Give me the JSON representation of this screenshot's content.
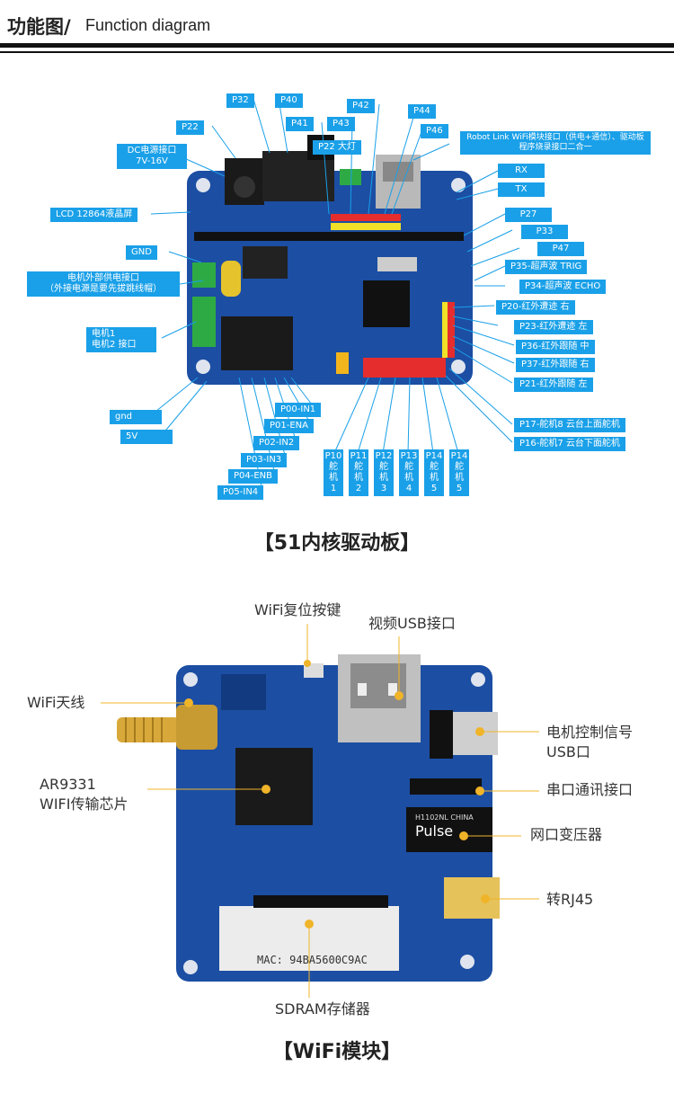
{
  "header": {
    "title_cn": "功能图/",
    "title_en": "Function diagram"
  },
  "board1": {
    "caption": "【51内核驱动板】",
    "labels": {
      "p32": "P32",
      "p40": "P40",
      "p42": "P42",
      "p44": "P44",
      "p41": "P41",
      "p43": "P43",
      "p46": "P46",
      "p22": "P22",
      "p22_light": "P22 大灯",
      "dc": "DC电源接口\n7V-16V",
      "lcd": "LCD 12864液晶屏",
      "gnd": "GND",
      "ext_power": "电机外部供电接口\n（外接电源是要先拔跳线帽）",
      "motor": "电机1\n电机2 接口",
      "gnd2": "gnd",
      "v5": "5V",
      "p00": "P00-IN1",
      "p01": "P01-ENA",
      "p02": "P02-IN2",
      "p03": "P03-IN3",
      "p04": "P04-ENB",
      "p05": "P05-IN4",
      "robot_link": "Robot Link WiFi模块接口（供电+通信）、驱动板程序烧录接口二合一",
      "rx": "RX",
      "tx": "TX",
      "p27": "P27",
      "p33": "P33",
      "p47": "P47",
      "p35": "P35-超声波 TRIG",
      "p34": "P34-超声波 ECHO",
      "p20": "P20-红外遭迹 右",
      "p23": "P23-红外遭迹 左",
      "p36": "P36-红外跟随 中",
      "p37": "P37-红外跟随 右",
      "p21": "P21-红外跟随 左",
      "p17": "P17-舵机8 云台上面舵机",
      "p16": "P16-舵机7 云台下面舵机",
      "p10": "P10\n舵\n机\n1",
      "p11": "P11\n舵\n机\n2",
      "p12": "P12\n舵\n机\n3",
      "p13": "P13\n舵\n机\n4",
      "p14a": "P14\n舵\n机\n5",
      "p14b": "P14\n舵\n机\n5"
    }
  },
  "board2": {
    "caption": "【WiFi模块】",
    "callouts": {
      "reset": "WiFi复位按键",
      "usb": "视频USB接口",
      "antenna": "WiFi天线",
      "chip": "AR9331\nWIFI传输芯片",
      "motor_usb": "电机控制信号\nUSB口",
      "serial": "串口通讯接口",
      "transformer": "网口变压器",
      "rj45": "转RJ45",
      "sdram": "SDRAM存储器"
    },
    "silk": {
      "mac": "MAC: 94BA5600C9AC",
      "pulse": "Pulse",
      "china": "H1102NL CHINA"
    }
  },
  "colors": {
    "label_bg": "#1aa0e8",
    "pcb": "#1c4ea3",
    "pcb_dark": "#123a80"
  }
}
